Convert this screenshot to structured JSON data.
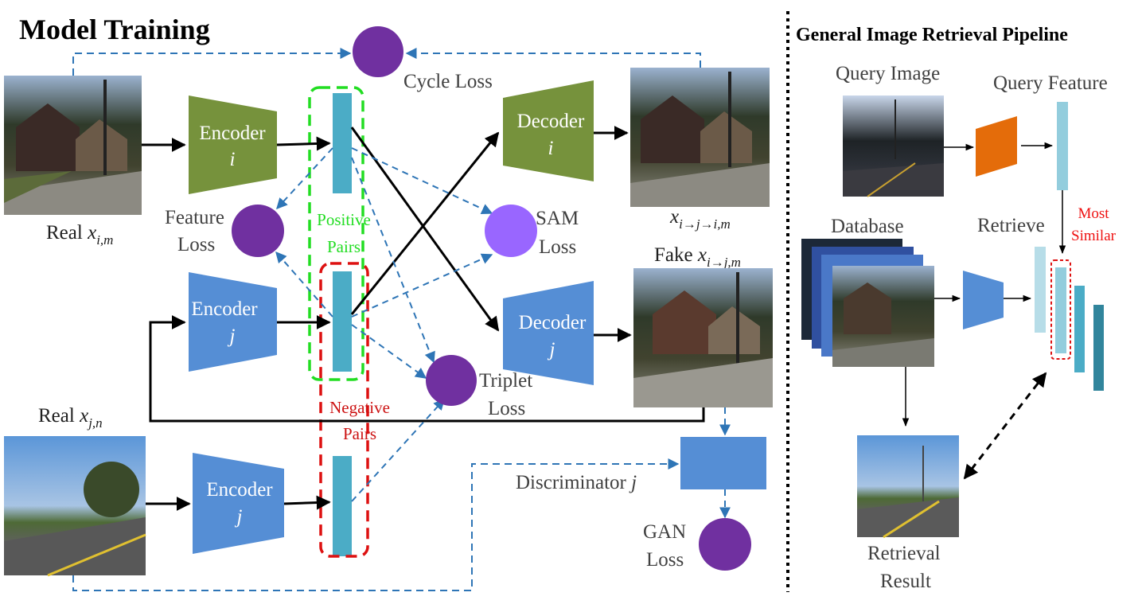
{
  "titles": {
    "model_training": "Model Training",
    "pipeline": "General Image Retrieval Pipeline"
  },
  "blocks": {
    "encoder_i": {
      "name": "Encoder",
      "index": "i"
    },
    "encoder_j_top": {
      "name": "Encoder",
      "index": "j"
    },
    "encoder_j_bottom": {
      "name": "Encoder",
      "index": "j"
    },
    "decoder_i": {
      "name": "Decoder",
      "index": "i"
    },
    "decoder_j": {
      "name": "Decoder",
      "index": "j"
    }
  },
  "images": {
    "real_i_m": {
      "prefix": "Real ",
      "var": "x",
      "sub": "i,m"
    },
    "real_j_n": {
      "prefix": "Real ",
      "var": "x",
      "sub": "j,n"
    },
    "reconstructed": {
      "var": "x",
      "sub": "i→j→i,m"
    },
    "fake": {
      "prefix": "Fake ",
      "var": "x",
      "sub": "i→j,m"
    }
  },
  "losses": {
    "cycle": "Cycle Loss",
    "feature_line1": "Feature",
    "feature_line2": "Loss",
    "sam_line1": "SAM",
    "sam_line2": "Loss",
    "triplet_line1": "Triplet",
    "triplet_line2": "Loss",
    "gan_line1": "GAN",
    "gan_line2": "Loss"
  },
  "pairs": {
    "positive_line1": "Positive",
    "positive_line2": "Pairs",
    "negative_line1": "Negative",
    "negative_line2": "Pairs"
  },
  "discriminator": {
    "name": "Discriminator ",
    "index": "j"
  },
  "pipeline": {
    "query_image": "Query Image",
    "query_feature": "Query Feature",
    "database": "Database",
    "retrieve": "Retrieve",
    "most_line1": "Most",
    "most_line2": "Similar",
    "result_line1": "Retrieval",
    "result_line2": "Result"
  },
  "colors": {
    "encoder_i": "#76923c",
    "decoder_i": "#76923c",
    "encoder_j": "#558ed5",
    "feature_bar": "#4bacc6",
    "loss_circle": "#7030a0",
    "sam_circle": "#9966ff",
    "positive_box": "#22dd22",
    "negative_box": "#dd1111",
    "dashed_arrow": "#2e75b6",
    "query_encoder": "#e46c0a",
    "query_feature": "#93cddd"
  }
}
